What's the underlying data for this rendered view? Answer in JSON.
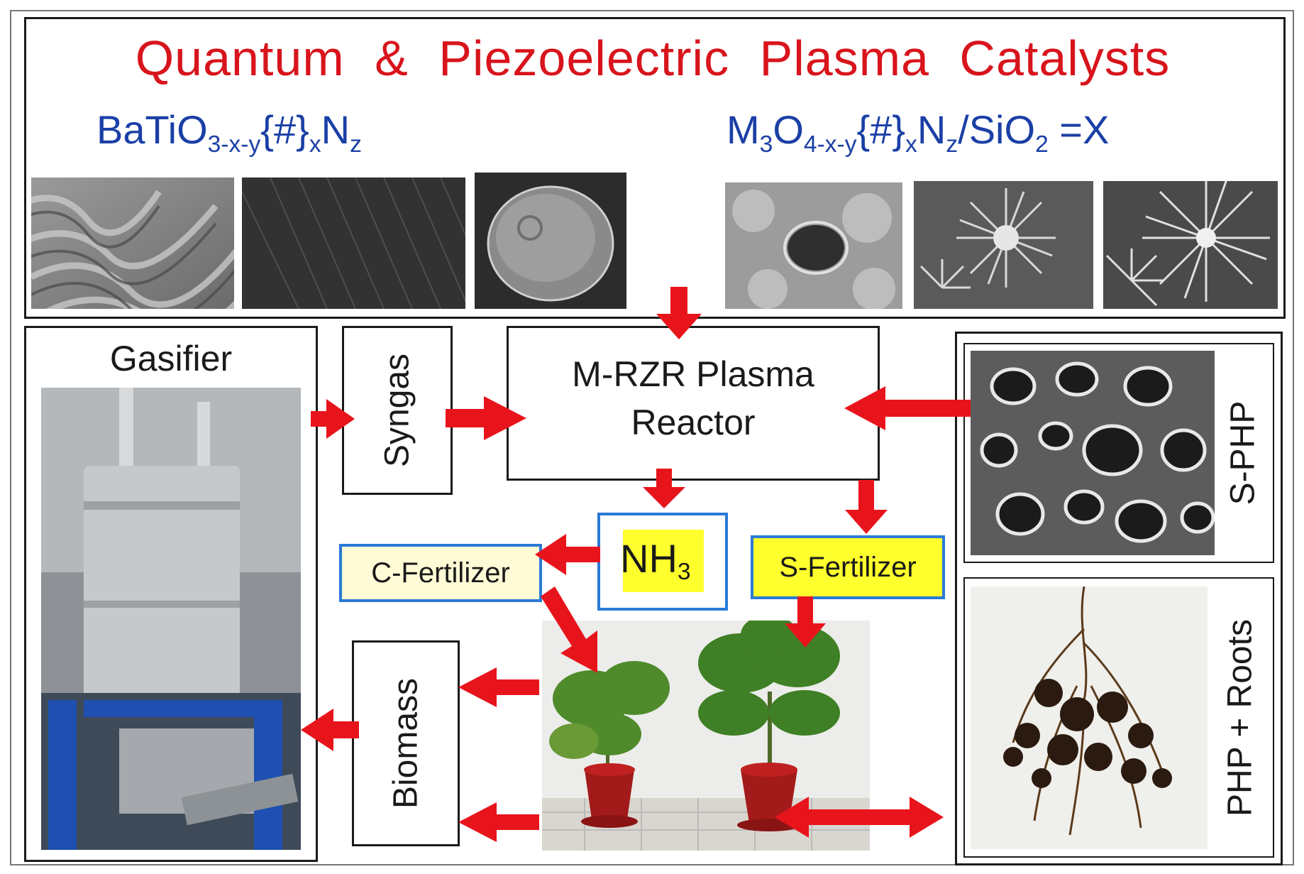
{
  "header": {
    "title": "Quantum & Piezoelectric Plasma Catalysts",
    "formula_left": {
      "base": "BaTiO",
      "sub1": "3-x-y",
      "mid": "{#}",
      "sub2": "x",
      "n": "N",
      "sub3": "z"
    },
    "formula_right": {
      "base": "M",
      "sub0": "3",
      "o": "O",
      "sub1": "4-x-y",
      "mid": "{#}",
      "sub2": "x",
      "n": "N",
      "sub3": "z",
      "tail": "/SiO",
      "sub4": "2",
      "eq": " =X"
    }
  },
  "panels": {
    "gasifier": "Gasifier",
    "syngas": "Syngas",
    "reactor_line1": "M-RZR Plasma",
    "reactor_line2": "Reactor",
    "nh3_base": "NH",
    "nh3_sub": "3",
    "c_fertilizer": "C-Fertilizer",
    "s_fertilizer": "S-Fertilizer",
    "biomass": "Biomass",
    "s_php": "S-PHP",
    "php_roots": "PHP + Roots"
  },
  "colors": {
    "title_red": "#d8141c",
    "formula_blue": "#1a3fa6",
    "arrow_red": "#e8141c",
    "box_blue": "#2a7ad6",
    "highlight_yellow": "#ffff2e",
    "pale_yellow": "#fffbd6"
  },
  "icons": [
    "arrow-right-icon",
    "arrow-left-icon",
    "arrow-down-icon",
    "double-arrow-icon"
  ]
}
